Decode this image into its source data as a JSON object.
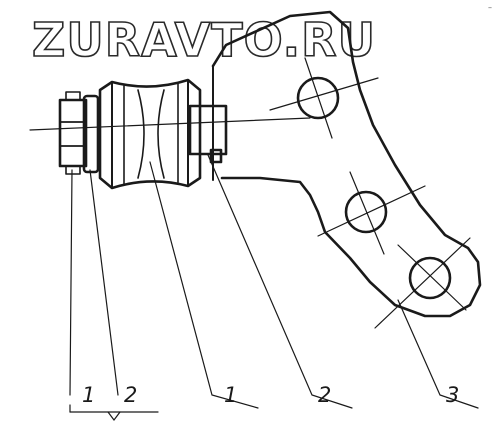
{
  "watermark": "ZURAVTO.RU",
  "corner_mark": "–",
  "callouts": [
    {
      "id": "callout-1-left",
      "text": "1"
    },
    {
      "id": "callout-2-left",
      "text": "2"
    },
    {
      "id": "callout-1",
      "text": "1"
    },
    {
      "id": "callout-2",
      "text": "2"
    },
    {
      "id": "callout-3",
      "text": "3"
    }
  ]
}
